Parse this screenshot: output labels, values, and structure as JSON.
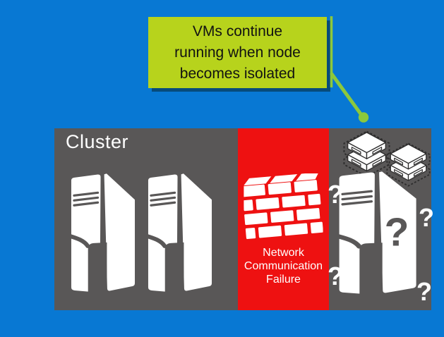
{
  "colors": {
    "background": "#0878d3",
    "panel_gray": "#595757",
    "failure_red": "#ee1111",
    "callout_lime": "#b7d31c",
    "connector_green": "#8cc83c",
    "icon_white": "#ffffff",
    "callout_text": "#121212"
  },
  "callout": {
    "text": "VMs continue running when node becomes isolated",
    "lines": [
      "VMs continue",
      "running when node",
      "becomes isolated"
    ]
  },
  "cluster": {
    "label": "Cluster",
    "node_icons": [
      "server-tower-icon",
      "server-tower-icon"
    ]
  },
  "network_failure": {
    "icon": "brick-wall-icon",
    "lines": [
      "Network",
      "Communication",
      "Failure"
    ]
  },
  "isolated_node": {
    "vm_icons": [
      "vm-dashed-icon",
      "vm-dashed-icon"
    ],
    "server_icon": "server-tower-icon",
    "qmark": "?"
  }
}
